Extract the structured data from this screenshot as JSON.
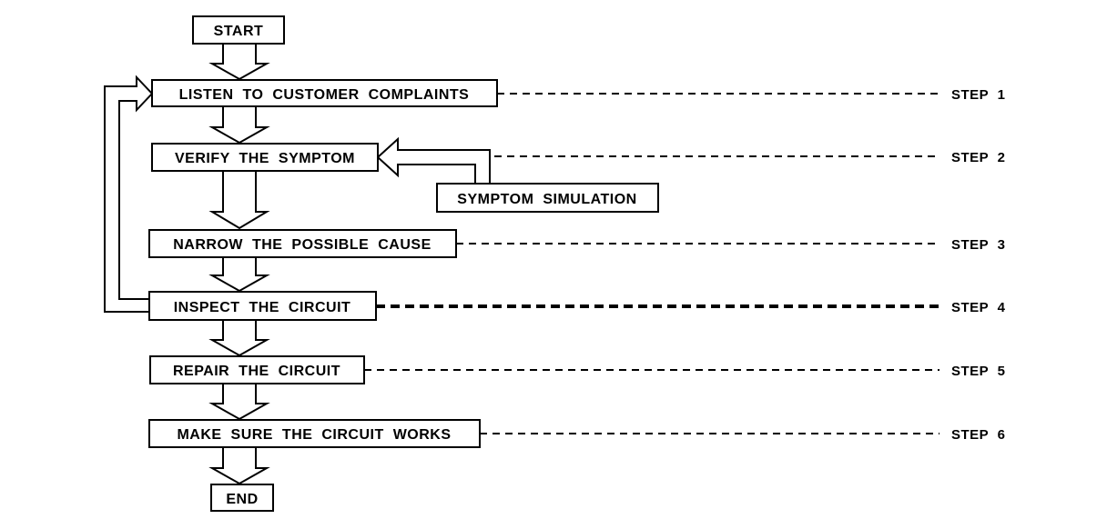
{
  "flowchart": {
    "nodes": {
      "start": {
        "label": "START"
      },
      "listen": {
        "label": "LISTEN TO CUSTOMER COMPLAINTS"
      },
      "verify": {
        "label": "VERIFY THE SYMPTOM"
      },
      "symptom_simulation": {
        "label": "SYMPTOM SIMULATION"
      },
      "narrow": {
        "label": "NARROW THE POSSIBLE CAUSE"
      },
      "inspect": {
        "label": "INSPECT THE CIRCUIT"
      },
      "repair": {
        "label": "REPAIR THE CIRCUIT"
      },
      "make_sure": {
        "label": "MAKE SURE THE CIRCUIT WORKS"
      },
      "end": {
        "label": "END"
      }
    },
    "steps": [
      {
        "label": "STEP 1",
        "target": "LISTEN TO CUSTOMER COMPLAINTS"
      },
      {
        "label": "STEP 2",
        "target": "VERIFY THE SYMPTOM"
      },
      {
        "label": "STEP 3",
        "target": "NARROW THE POSSIBLE CAUSE"
      },
      {
        "label": "STEP 4",
        "target": "INSPECT THE CIRCUIT",
        "emphasized_connector": true
      },
      {
        "label": "STEP 5",
        "target": "REPAIR THE CIRCUIT"
      },
      {
        "label": "STEP 6",
        "target": "MAKE SURE THE CIRCUIT WORKS"
      }
    ],
    "flow": [
      {
        "from": "start",
        "to": "listen"
      },
      {
        "from": "listen",
        "to": "verify"
      },
      {
        "from": "symptom_simulation",
        "to": "verify"
      },
      {
        "from": "verify",
        "to": "narrow"
      },
      {
        "from": "narrow",
        "to": "inspect"
      },
      {
        "from": "inspect",
        "to": "listen",
        "type": "feedback-loop"
      },
      {
        "from": "inspect",
        "to": "repair"
      },
      {
        "from": "repair",
        "to": "make_sure"
      },
      {
        "from": "make_sure",
        "to": "end"
      }
    ],
    "colors": {
      "line": "#000000",
      "box_fill": "#ffffff",
      "background": "#ffffff"
    }
  }
}
